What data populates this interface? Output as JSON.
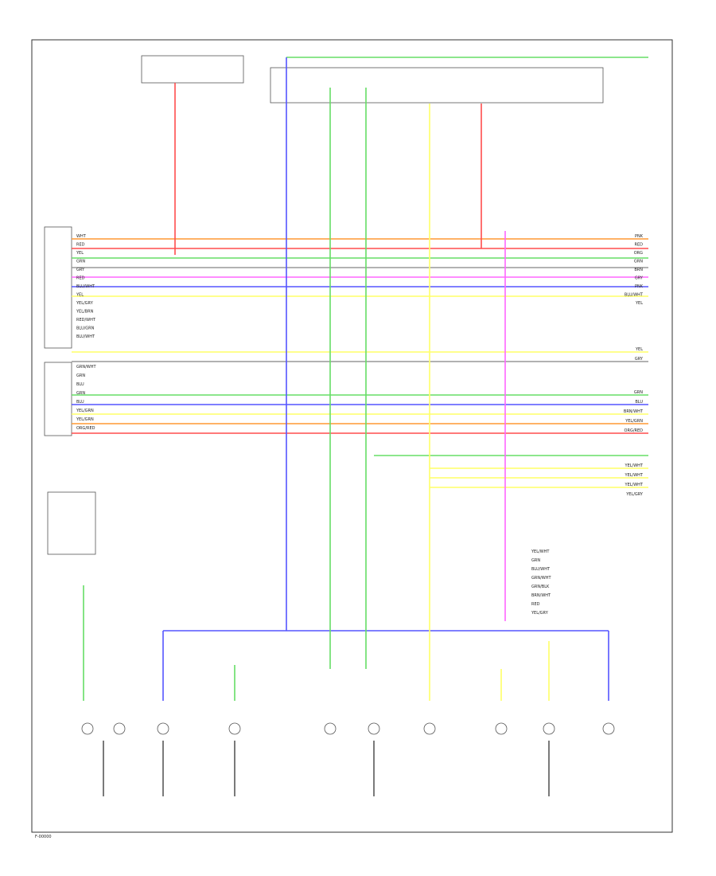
{
  "colors": {
    "pink": "#ff66ff",
    "red": "#ff4d4d",
    "yellow": "#ffff66",
    "green": "#66dd66",
    "blue": "#5555ff",
    "orange": "#ff9933",
    "gray": "#999999",
    "black": "#222222"
  },
  "wire_labels": {
    "right_upper": [
      "PNK",
      "RED",
      "ORG",
      "GRN",
      "BRN",
      "GRY",
      "PNK",
      "BLU/WHT",
      "YEL"
    ],
    "right_mid": [
      "YEL",
      "GRY"
    ],
    "right_lower": [
      "GRN",
      "BLU",
      "BRN/WHT",
      "YEL/GRN",
      "ORG/RED"
    ],
    "right_module": [
      "YEL/WHT",
      "YEL/WHT",
      "YEL/WHT",
      "YEL/GRY"
    ],
    "right_bottom": [
      "YEL/WHT",
      "GRN",
      "BLU/WHT",
      "GRN/WHT",
      "GRN/BLK",
      "BRN/WHT",
      "RED",
      "YEL/GRY"
    ],
    "left_module": [
      "WHT",
      "RED",
      "YEL",
      "GRN",
      "GRY",
      "RED",
      "BLU/WHT",
      "YEL",
      "YEL/GRY",
      "YEL/BRN",
      "RED/WHT",
      "BLU/GRN",
      "BLU/WHT"
    ],
    "left_lower": [
      "GRN/WHT",
      "GRN",
      "BLU",
      "GRN",
      "BLU",
      "YEL/GRN",
      "YEL/GRN",
      "ORG/RED"
    ]
  },
  "labels": {
    "footer_code": "F-00000"
  }
}
